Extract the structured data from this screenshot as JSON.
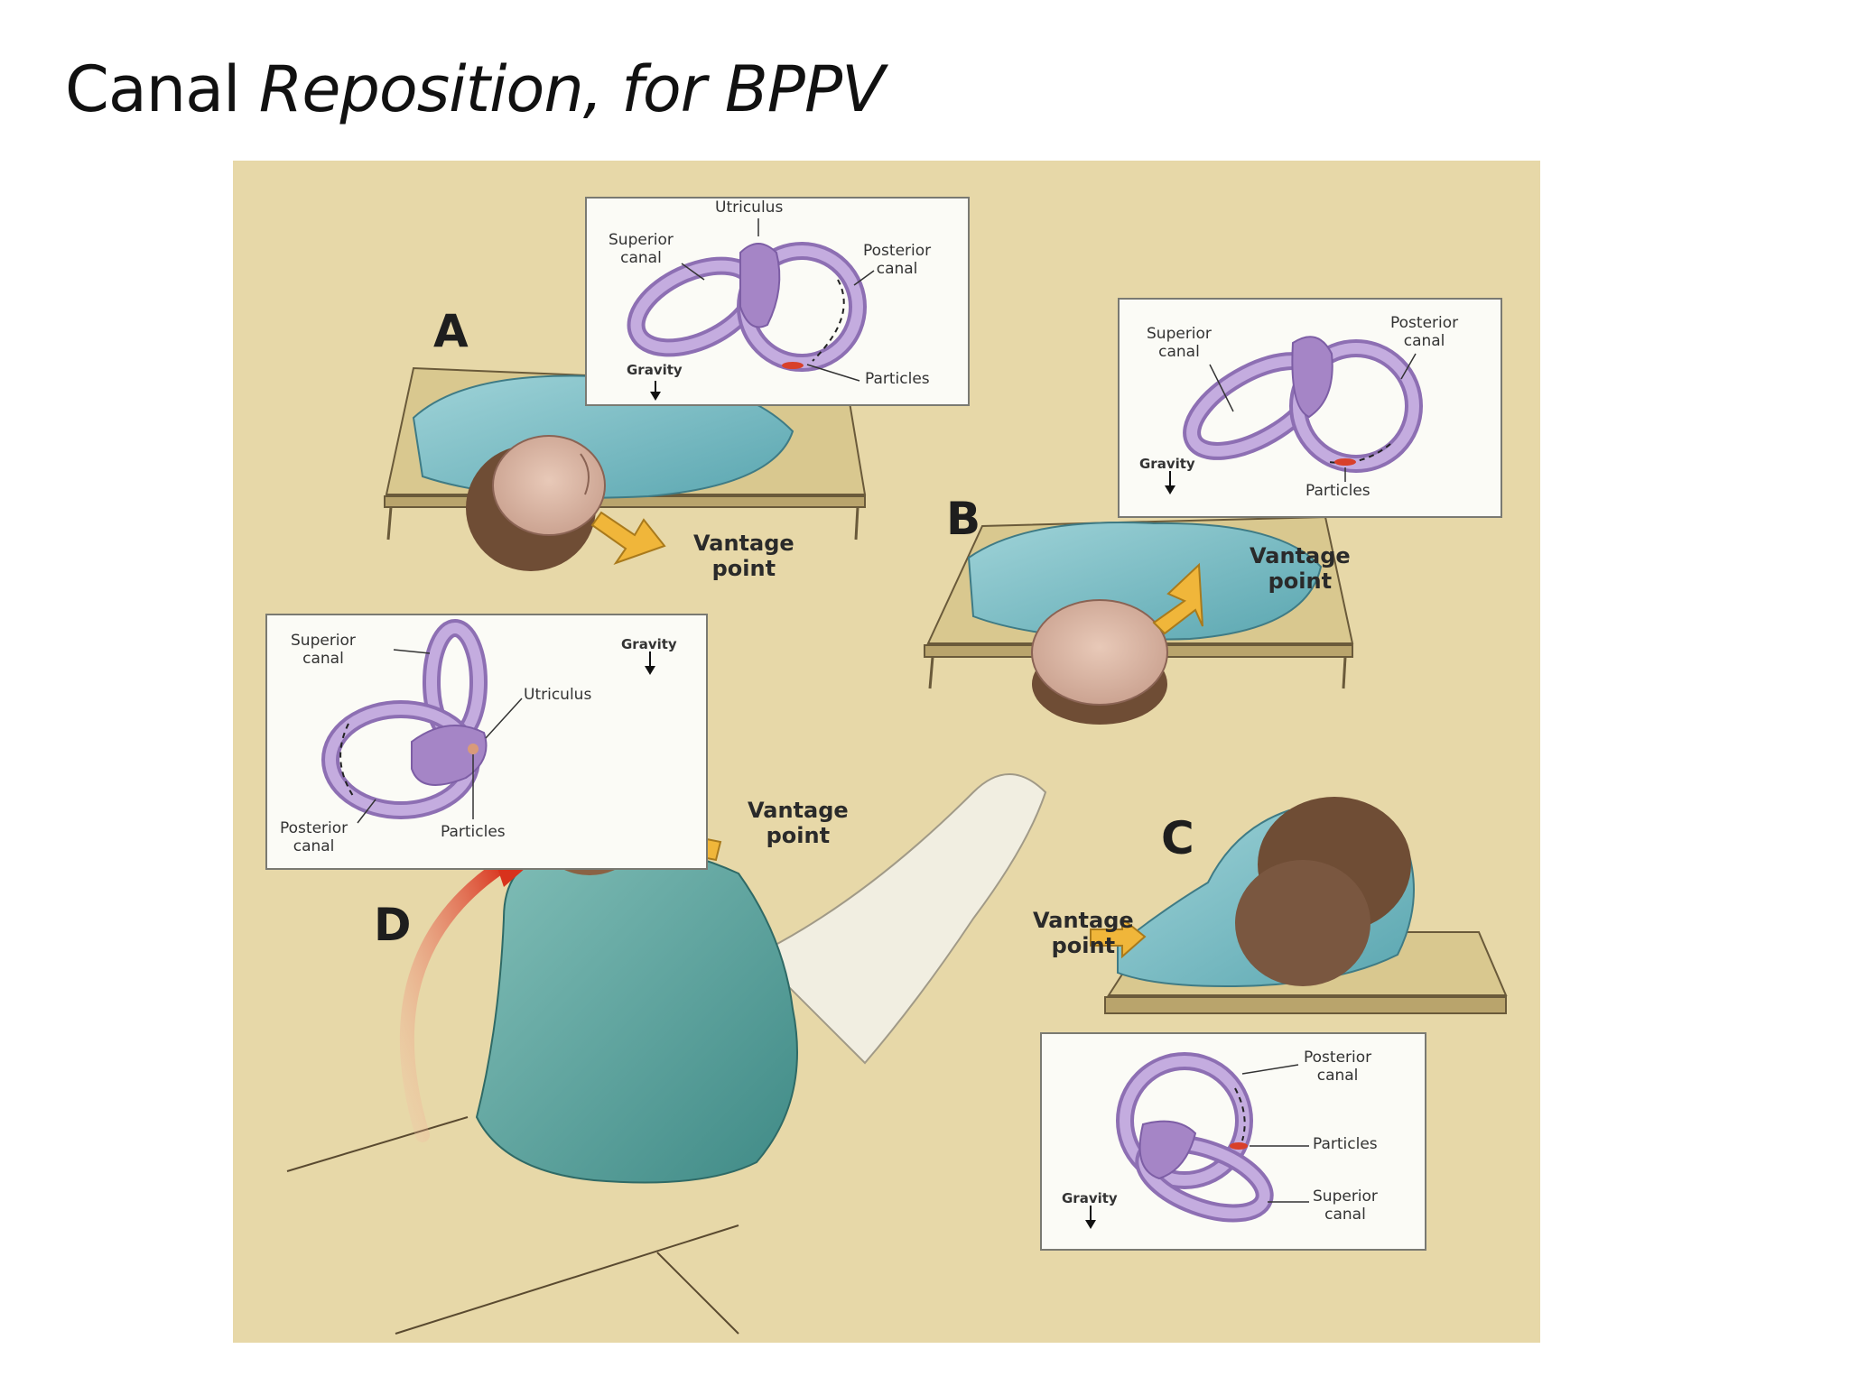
{
  "title": {
    "main": "Canal ",
    "italic": "Reposition, for BPPV"
  },
  "steps": {
    "a": {
      "letter": "A",
      "vantage": "Vantage",
      "vantage2": "point",
      "inset": {
        "utriculus": "Utriculus",
        "superior1": "Superior",
        "superior2": "canal",
        "posterior1": "Posterior",
        "posterior2": "canal",
        "gravity": "Gravity",
        "particles": "Particles"
      }
    },
    "b": {
      "letter": "B",
      "vantage": "Vantage",
      "vantage2": "point",
      "inset": {
        "superior1": "Superior",
        "superior2": "canal",
        "posterior1": "Posterior",
        "posterior2": "canal",
        "gravity": "Gravity",
        "particles": "Particles"
      }
    },
    "c": {
      "letter": "C",
      "vantage": "Vantage",
      "vantage2": "point",
      "inset": {
        "posterior1": "Posterior",
        "posterior2": "canal",
        "particles": "Particles",
        "superior1": "Superior",
        "superior2": "canal",
        "gravity": "Gravity"
      }
    },
    "d": {
      "letter": "D",
      "vantage": "Vantage",
      "vantage2": "point",
      "inset": {
        "superior1": "Superior",
        "superior2": "canal",
        "gravity": "Gravity",
        "utriculus": "Utriculus",
        "posterior1": "Posterior",
        "posterior2": "canal",
        "particles": "Particles"
      }
    }
  },
  "colors": {
    "background": "#e7d8a8",
    "gown": "#7fc1c8",
    "canal": "#b59ad0",
    "arrow": "#f0b63a",
    "rotation": "#d8402a"
  }
}
